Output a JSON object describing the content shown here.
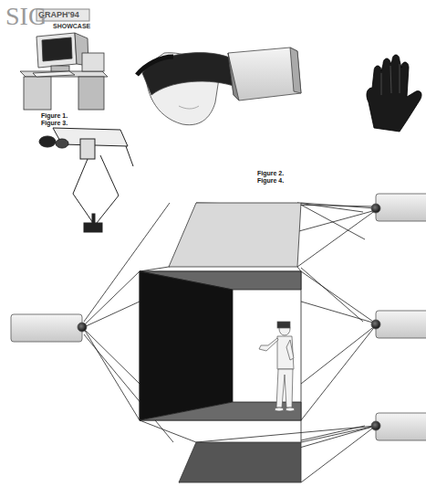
{
  "diagram": {
    "labels": [
      "SIG",
      "GRAPH'94",
      "SHOWCASE",
      "Figure 1.",
      "Figure 3.",
      "Figure 2.",
      "Figure 4."
    ]
  }
}
